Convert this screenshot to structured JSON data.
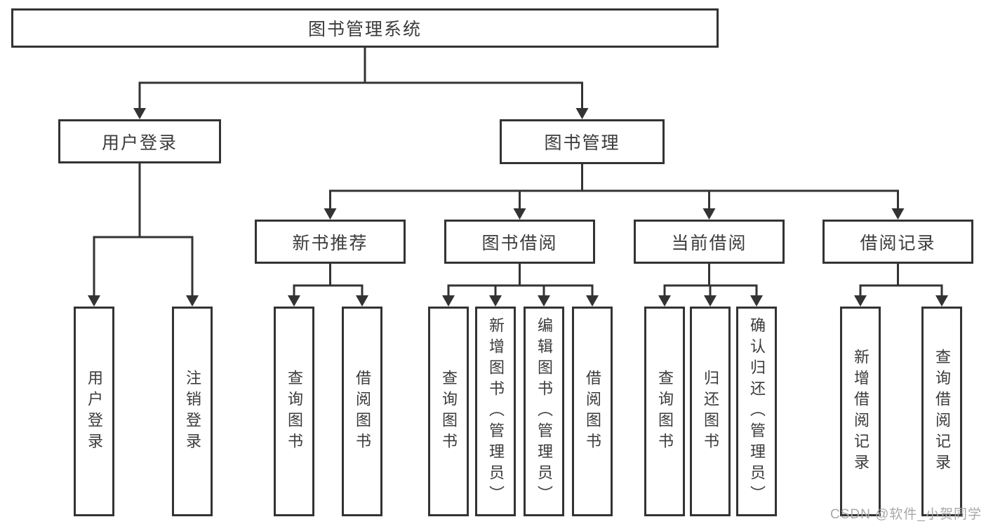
{
  "tree": {
    "root": "图书管理系统",
    "branches": [
      {
        "label": "用户登录",
        "children": [
          "用户登录",
          "注销登录"
        ]
      },
      {
        "label": "图书管理",
        "sections": [
          {
            "label": "新书推荐",
            "children": [
              "查询图书",
              "借阅图书"
            ]
          },
          {
            "label": "图书借阅",
            "children": [
              "查询图书",
              "新增图书（管理员）",
              "编辑图书（管理员）",
              "借阅图书"
            ]
          },
          {
            "label": "当前借阅",
            "children": [
              "查询图书",
              "归还图书",
              "确认归还（管理员）"
            ]
          },
          {
            "label": "借阅记录",
            "children": [
              "新增借阅记录",
              "查询借阅记录"
            ]
          }
        ]
      }
    ]
  },
  "watermark": {
    "text": "CSDN @软件_小贺同学"
  },
  "colors": {
    "line": "#333333",
    "text": "#3b3b3b",
    "background": "#ffffff",
    "watermark": "#a8a8a8"
  }
}
